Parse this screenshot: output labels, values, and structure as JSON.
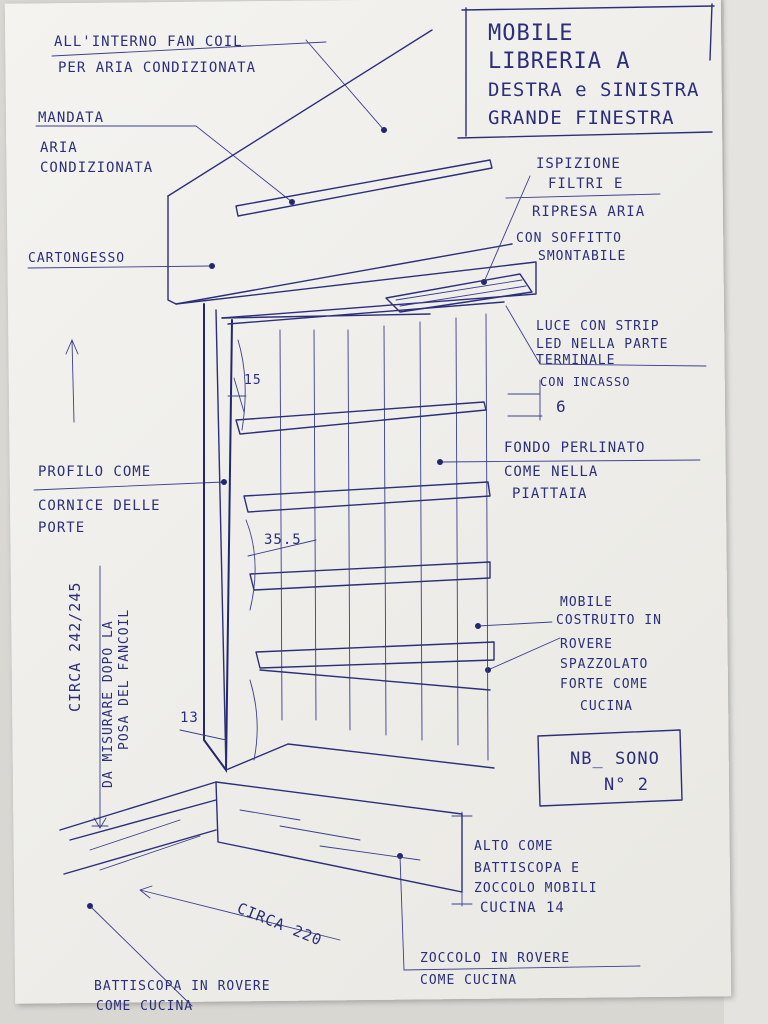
{
  "title": {
    "line1": "MOBILE",
    "line2": "LIBRERIA A",
    "line3": "DESTRA e SINISTRA",
    "line4": "GRANDE FINESTRA"
  },
  "notes": {
    "fancoil_1": "ALL'INTERNO FAN COIL",
    "fancoil_2": "PER ARIA CONDIZIONATA",
    "mandata_1": "MANDATA",
    "mandata_2": "ARIA",
    "mandata_3": "CONDIZIONATA",
    "cartongesso": "CARTONGESSO",
    "ispezione_1": "ISPIZIONE",
    "ispezione_2": "FILTRI E",
    "ispezione_3": "RIPRESA ARIA",
    "ispezione_4": "CON SOFFITTO",
    "ispezione_5": "SMONTABILE",
    "luce_1": "LUCE CON STRIP",
    "luce_2": "LED NELLA PARTE",
    "luce_3": "TERMINALE",
    "luce_4": "CON INCASSO",
    "fondo_1": "FONDO PERLINATO",
    "fondo_2": "COME NELLA",
    "fondo_3": "PIATTAIA",
    "profilo_1": "PROFILO COME",
    "profilo_2": "CORNICE DELLE",
    "profilo_3": "PORTE",
    "mobile_1": "MOBILE",
    "mobile_2": "COSTRUITO IN",
    "mobile_3": "ROVERE",
    "mobile_4": "SPAZZOLATO",
    "mobile_5": "FORTE COME",
    "mobile_6": "CUCINA",
    "nb_1": "NB_ SONO",
    "nb_2": "N° 2",
    "alto_1": "ALTO COME",
    "alto_2": "BATTISCOPA E",
    "alto_3": "ZOCCOLO MOBILI",
    "alto_4": "CUCINA 14",
    "zoccolo_1": "ZOCCOLO IN ROVERE",
    "zoccolo_2": "COME CUCINA",
    "batti_1": "BATTISCOPA IN ROVERE",
    "batti_2": "COME CUCINA",
    "circa_h": "CIRCA 242/245",
    "misurare_1": "DA MISURARE DOPO LA",
    "misurare_2": "POSA DEL FANCOIL",
    "circa_w": "CIRCA 220"
  },
  "dimensions": {
    "d15": "15",
    "d6": "6",
    "d355": "35.5",
    "d13": "13"
  },
  "colors": {
    "ink": "#2b2f7a",
    "paper": "#f2f1ed"
  }
}
